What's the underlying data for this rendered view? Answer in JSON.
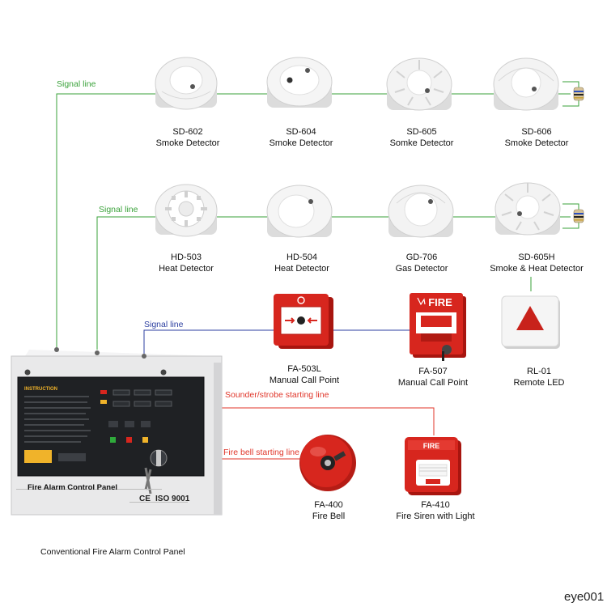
{
  "colors": {
    "signal_line": "#3aa23a",
    "signal_line_blue": "#2c3fa0",
    "sounder_line": "#e0362a",
    "panel_body": "#e9e9ea",
    "panel_face": "#1f2124",
    "device_white": "#f3f3f3",
    "call_point_red": "#d7261e"
  },
  "signal_lines": [
    {
      "text": "Signal line"
    },
    {
      "text": "Signal line"
    },
    {
      "text": "Signal line"
    }
  ],
  "output_lines": [
    {
      "text": "Sounder/strobe starting line"
    },
    {
      "text": "Fire bell starting line"
    }
  ],
  "row1": [
    {
      "model": "SD-602",
      "name": "Smoke Detector",
      "icon": "smoke-detector-icon"
    },
    {
      "model": "SD-604",
      "name": "Smoke Detector",
      "icon": "smoke-detector-icon"
    },
    {
      "model": "SD-605",
      "name": "Somke Detector",
      "icon": "smoke-detector-icon"
    },
    {
      "model": "SD-606",
      "name": "Smoke Detector",
      "icon": "smoke-detector-icon"
    }
  ],
  "row2": [
    {
      "model": "HD-503",
      "name": "Heat Detector",
      "icon": "heat-detector-icon"
    },
    {
      "model": "HD-504",
      "name": "Heat Detector",
      "icon": "heat-detector-icon"
    },
    {
      "model": "GD-706",
      "name": "Gas Detector",
      "icon": "gas-detector-icon"
    },
    {
      "model": "SD-605H",
      "name": "Smoke & Heat Detector",
      "icon": "smoke-heat-detector-icon"
    }
  ],
  "row3": [
    {
      "model": "FA-503L",
      "name": "Manual Call Point",
      "icon": "manual-call-point-icon"
    },
    {
      "model": "FA-507",
      "name": "Manual Call Point",
      "icon": "pull-station-icon",
      "face_text": "FIRE"
    },
    {
      "model": "RL-01",
      "name": "Remote LED",
      "icon": "remote-led-icon"
    }
  ],
  "outputs": [
    {
      "model": "FA-400",
      "name": "Fire Bell",
      "icon": "fire-bell-icon"
    },
    {
      "model": "FA-410",
      "name": "Fire Siren with Light",
      "icon": "siren-strobe-icon",
      "face_text": "FIRE"
    }
  ],
  "panel": {
    "name_plate": "Fire Alarm Control Panel",
    "cert_mark": "CE",
    "iso_mark": "ISO 9001"
  },
  "caption": "Conventional Fire Alarm Control Panel",
  "watermark": "eye001"
}
